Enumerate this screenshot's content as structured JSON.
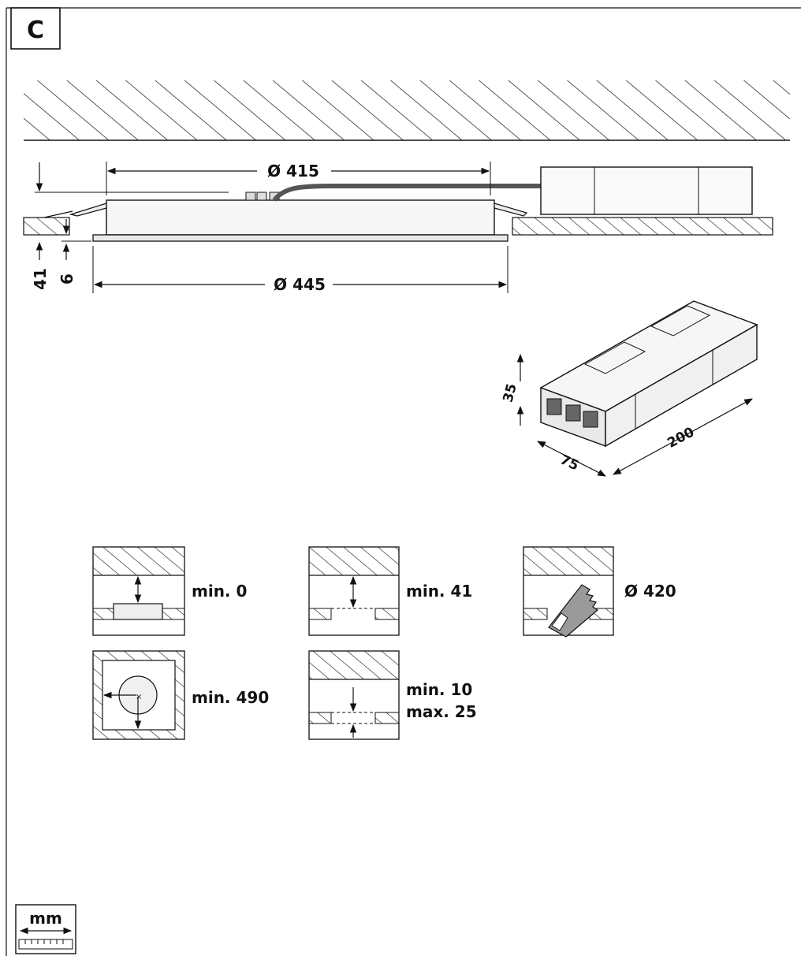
{
  "section_label": "C",
  "top_view": {
    "inner_diameter": "Ø 415",
    "outer_diameter": "Ø 445",
    "height_total": "41",
    "height_rim": "6"
  },
  "driver": {
    "height": "35",
    "width": "75",
    "length": "200"
  },
  "requirements": {
    "min_clearance": "min. 0",
    "min_cavity": "min. 41",
    "cutout": "Ø 420",
    "min_spacing": "min. 490",
    "ceiling_min": "min. 10",
    "ceiling_max": "max. 25"
  },
  "unit_badge": "mm",
  "colors": {
    "line": "#111111",
    "fill_light": "#f2f2f2",
    "fill_grey": "#cfcfcf",
    "saw": "#9a9a9a"
  }
}
